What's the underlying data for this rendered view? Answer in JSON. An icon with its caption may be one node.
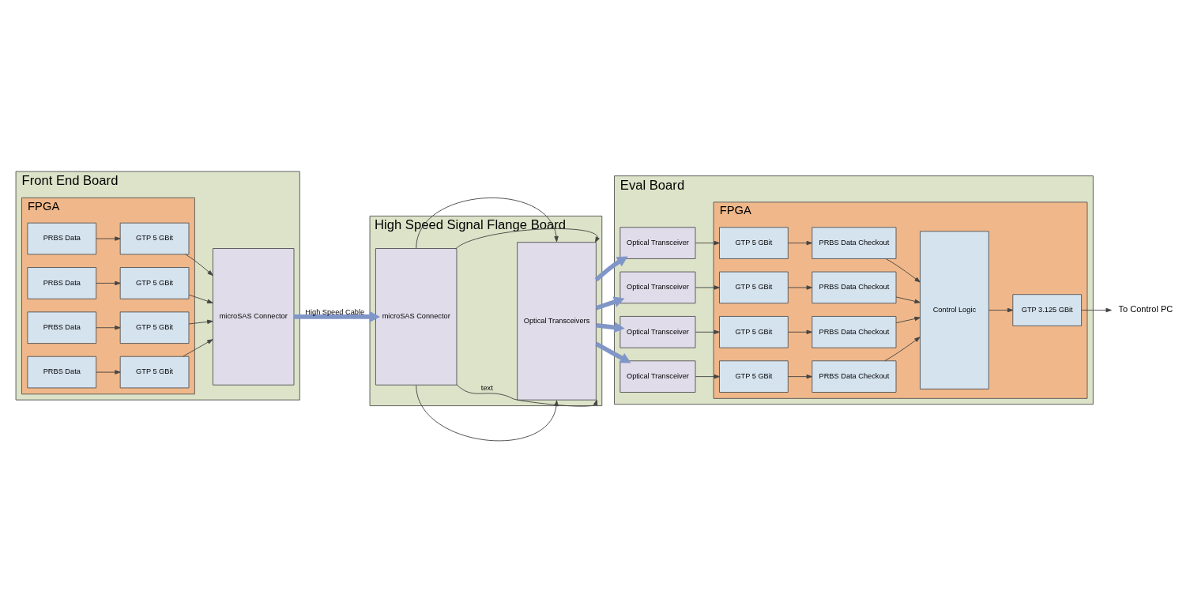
{
  "diagram": {
    "nodes": [
      {
        "text": [
          "Front End Board"
        ]
      },
      {
        "text": [
          "FPGA"
        ],
        "in": 0
      },
      {
        "text": [
          "PRBS Data"
        ],
        "in": 1
      },
      {
        "text": [
          "PRBS Data"
        ],
        "in": 1
      },
      {
        "text": [
          "PRBS Data"
        ],
        "in": 1
      },
      {
        "text": [
          "PRBS Data"
        ],
        "in": 1
      },
      {
        "text": [
          "GTP 5 GBit"
        ],
        "in": 1
      },
      {
        "text": [
          "GTP 5 GBit"
        ],
        "in": 1
      },
      {
        "text": [
          "GTP 5 GBit"
        ],
        "in": 1
      },
      {
        "text": [
          "GTP 5 GBit"
        ],
        "in": 1
      },
      {
        "text": [
          "microSAS Connector"
        ],
        "in": 0
      },
      {
        "text": [
          "High Speed Signal Flange Board"
        ]
      },
      {
        "text": [
          "microSAS Connector"
        ],
        "in": 11
      },
      {
        "text": [
          "Optical Transceivers"
        ],
        "in": 11
      },
      {
        "text": [
          "Eval Board"
        ]
      },
      {
        "text": [
          "FPGA"
        ],
        "in": 14
      },
      {
        "text": [
          "GTP 3.125 GBit"
        ],
        "in": 15
      },
      {
        "text": [
          "Control Logic"
        ],
        "in": 15
      },
      {
        "text": [
          "PRBS Data Checkout"
        ],
        "in": 15
      },
      {
        "text": [
          "PRBS Data Checkout"
        ],
        "in": 15
      },
      {
        "text": [
          "PRBS Data Checkout"
        ],
        "in": 15
      },
      {
        "text": [
          "PRBS Data Checkout"
        ],
        "in": 15
      },
      {
        "text": [
          "GTP 5 GBit"
        ],
        "in": 15
      },
      {
        "text": [
          "GTP 5 GBit"
        ],
        "in": 15
      },
      {
        "text": [
          "GTP 5 GBit"
        ],
        "in": 15
      },
      {
        "text": [
          "GTP 5 GBit"
        ],
        "in": 15
      },
      {
        "text": [
          "Optical Transceiver"
        ],
        "in": 14
      },
      {
        "text": [
          "Optical Transceiver"
        ],
        "in": 14
      },
      {
        "text": [
          "Optical Transceiver"
        ],
        "in": 14
      },
      {
        "text": [
          "Optical Transceiver"
        ],
        "in": 14
      },
      {
        "text": [
          "To Control PC"
        ]
      }
    ],
    "edges": [
      {
        "from": 2,
        "to": 6,
        "arrow": "to"
      },
      {
        "from": 3,
        "to": 7,
        "arrow": "to"
      },
      {
        "from": 4,
        "to": 8,
        "arrow": "to"
      },
      {
        "from": 5,
        "to": 9,
        "arrow": "to"
      },
      {
        "from": 6,
        "to": 10,
        "arrow": "to"
      },
      {
        "from": 7,
        "to": 10,
        "arrow": "to"
      },
      {
        "from": 8,
        "to": 10,
        "arrow": "to"
      },
      {
        "from": 9,
        "to": 10,
        "arrow": "to"
      },
      {
        "from": 10,
        "to": 12,
        "arrow": "to",
        "label": "High Speed Cable",
        "style": "thick",
        "color": "#8096c8"
      },
      {
        "from": 12,
        "to": 13,
        "arrow": "to"
      },
      {
        "from": 12,
        "to": 13,
        "arrow": "to"
      },
      {
        "from": 12,
        "to": 13,
        "arrow": "to",
        "label": "text"
      },
      {
        "from": 12,
        "to": 13,
        "arrow": "to"
      },
      {
        "from": 13,
        "to": 26,
        "arrow": "to",
        "style": "thick",
        "color": "#8096c8"
      },
      {
        "from": 13,
        "to": 27,
        "arrow": "to",
        "style": "thick",
        "color": "#8096c8"
      },
      {
        "from": 13,
        "to": 28,
        "arrow": "to",
        "style": "thick",
        "color": "#8096c8"
      },
      {
        "from": 13,
        "to": 29,
        "arrow": "to",
        "style": "thick",
        "color": "#8096c8"
      },
      {
        "from": 26,
        "to": 22,
        "arrow": "to"
      },
      {
        "from": 27,
        "to": 23,
        "arrow": "to"
      },
      {
        "from": 28,
        "to": 24,
        "arrow": "to"
      },
      {
        "from": 29,
        "to": 25,
        "arrow": "to"
      },
      {
        "from": 22,
        "to": 18,
        "arrow": "to"
      },
      {
        "from": 23,
        "to": 19,
        "arrow": "to"
      },
      {
        "from": 24,
        "to": 20,
        "arrow": "to"
      },
      {
        "from": 25,
        "to": 21,
        "arrow": "to"
      },
      {
        "from": 18,
        "to": 17,
        "arrow": "to"
      },
      {
        "from": 19,
        "to": 17,
        "arrow": "to"
      },
      {
        "from": 20,
        "to": 17,
        "arrow": "to"
      },
      {
        "from": 21,
        "to": 17,
        "arrow": "to"
      },
      {
        "from": 17,
        "to": 16,
        "arrow": "to"
      },
      {
        "from": 16,
        "to": 30,
        "arrow": "to"
      }
    ]
  }
}
